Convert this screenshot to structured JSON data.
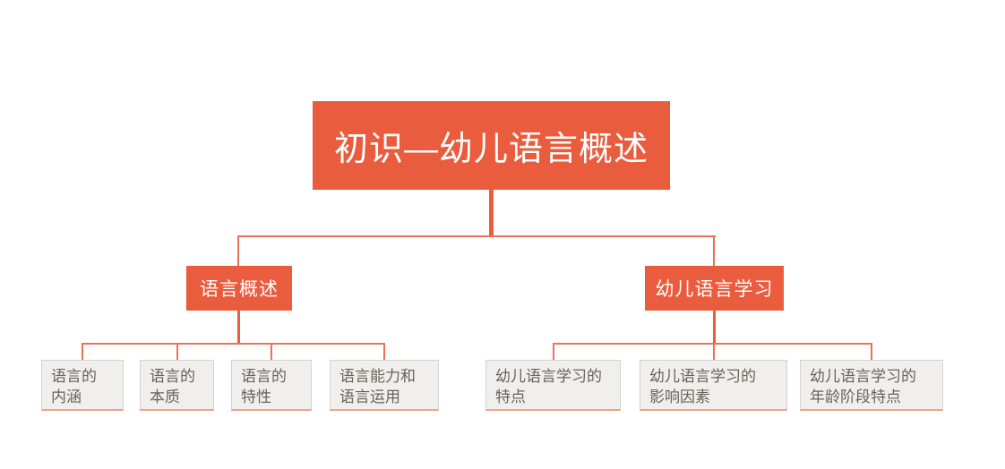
{
  "palette": {
    "canvas_bg": "#ffffff",
    "node_fill": "#e95c3d",
    "node_text": "#ffffff",
    "connector": "#ed7154",
    "leaf_bg": "#f0efee",
    "leaf_border": "#d5d3d1",
    "leaf_accent": "#f2a089",
    "leaf_text": "#6a6257"
  },
  "root": {
    "label": "初识—幼儿语言概述"
  },
  "branches": [
    {
      "label": "语言概述",
      "children": [
        {
          "label": "语言的\n内涵"
        },
        {
          "label": "语言的\n本质"
        },
        {
          "label": "语言的\n特性"
        },
        {
          "label": "语言能力和\n语言运用"
        }
      ]
    },
    {
      "label": "幼儿语言学习",
      "children": [
        {
          "label": "幼儿语言学习的\n特点"
        },
        {
          "label": "幼儿语言学习的\n影响因素"
        },
        {
          "label": "幼儿语言学习的\n年龄阶段特点"
        }
      ]
    }
  ]
}
